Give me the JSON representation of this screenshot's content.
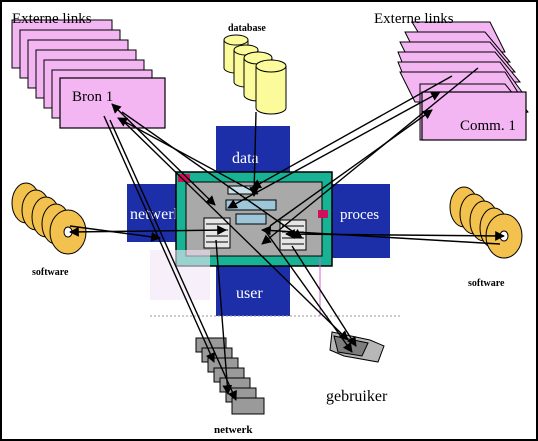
{
  "diagram": {
    "labels": {
      "external_links_left": "Externe links",
      "external_links_right": "Externe links",
      "database": "database",
      "source_1": "Bron 1",
      "comm_1": "Comm. 1",
      "data_box": "data",
      "netwerk_box": "netwerk",
      "proces_box": "proces",
      "user_box": "user",
      "software_left": "software",
      "software_right": "software",
      "gebruiker": "gebruiker",
      "network": "netwerk"
    },
    "colors": {
      "box_blue": "#1c2fa8",
      "pink_stack": "#f3b6f3",
      "database_yellow": "#fbfb9c",
      "disk_orange": "#f2c14e",
      "teal_frame": "#17b394",
      "grey_body": "#a9a9a9",
      "red_marker": "#d0105a"
    }
  }
}
